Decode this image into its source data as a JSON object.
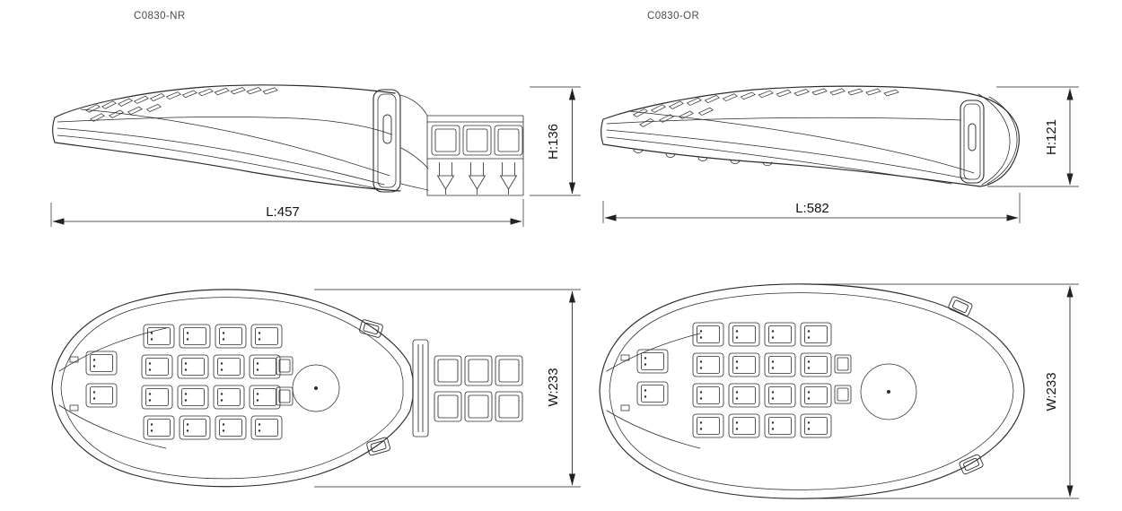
{
  "sheet": {
    "background": "#ffffff",
    "line_color": "#2b2b2b"
  },
  "models": [
    {
      "name": "C0830-NR",
      "side_view": {
        "length_label": "L:457",
        "height_label": "H:136"
      },
      "top_view": {
        "width_label": "W:233"
      }
    },
    {
      "name": "C0830-OR",
      "side_view": {
        "length_label": "L:582",
        "height_label": "H:121"
      },
      "top_view": {
        "width_label": "W:233"
      }
    }
  ]
}
